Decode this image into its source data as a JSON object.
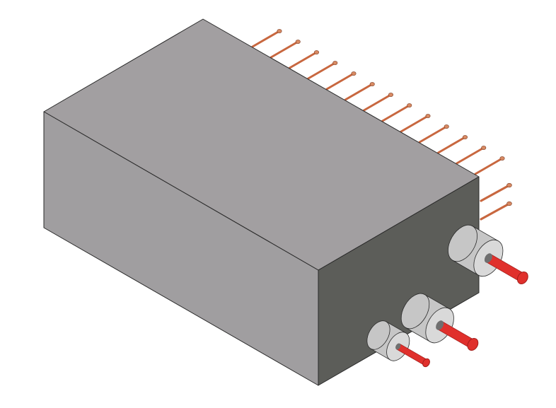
{
  "scene": {
    "subject": "",
    "colors": {
      "background": "#ffffff",
      "top_face": "#a29fa1",
      "front_face": "#a09ea0",
      "side_face": "#5c5d59",
      "edge": "#2a2a2a",
      "thin_pin": "#c8673f",
      "thin_pin_tip": "#d88a63",
      "insulator": "#c6c6c6",
      "insulator_dark": "#8e8e8e",
      "red_pin": "#e0302c",
      "red_pin_dark": "#a31e1b"
    },
    "top_pin_count": 13,
    "side_pin_count": 2,
    "large_terminal_count": 3
  }
}
